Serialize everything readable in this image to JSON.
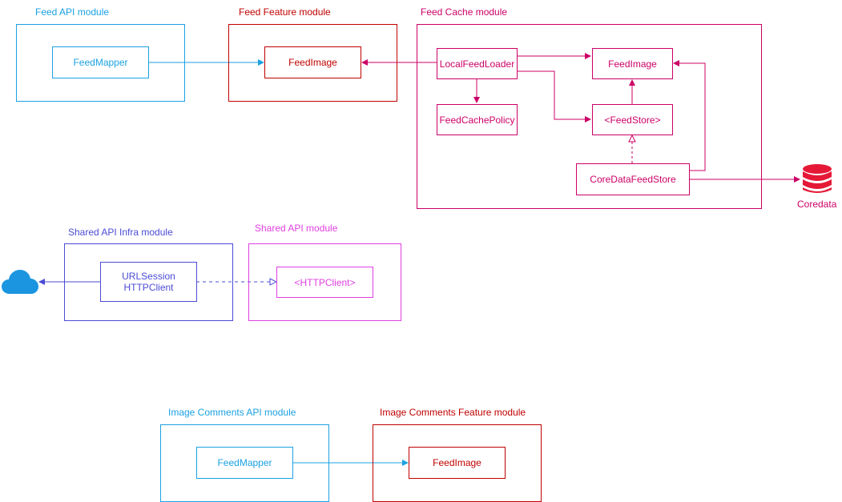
{
  "modules": {
    "feed_api": {
      "title": "Feed API module",
      "node": "FeedMapper"
    },
    "feed_feature": {
      "title": "Feed Feature module",
      "node": "FeedImage"
    },
    "feed_cache": {
      "title": "Feed Cache module",
      "local_feed_loader": "LocalFeedLoader",
      "feed_image": "FeedImage",
      "feed_cache_policy": "FeedCachePolicy",
      "feed_store": "<FeedStore>",
      "core_data_feed_store": "CoreDataFeedStore"
    },
    "shared_api_infra": {
      "title": "Shared API Infra module",
      "node": "URLSession\nHTTPClient"
    },
    "shared_api": {
      "title": "Shared API module",
      "node": "<HTTPClient>"
    },
    "image_comments_api": {
      "title": "Image Comments API module",
      "node": "FeedMapper"
    },
    "image_comments_feature": {
      "title": "Image Comments Feature module",
      "node": "FeedImage"
    }
  },
  "external": {
    "coredata_label": "Coredata",
    "database_icon": "database-icon",
    "cloud_icon": "cloud-icon"
  },
  "colors": {
    "blue": "#1ba1e2",
    "red": "#c00000",
    "pink": "#cc0066",
    "indigo": "#4b4bd6",
    "magenta": "#e040e0"
  }
}
